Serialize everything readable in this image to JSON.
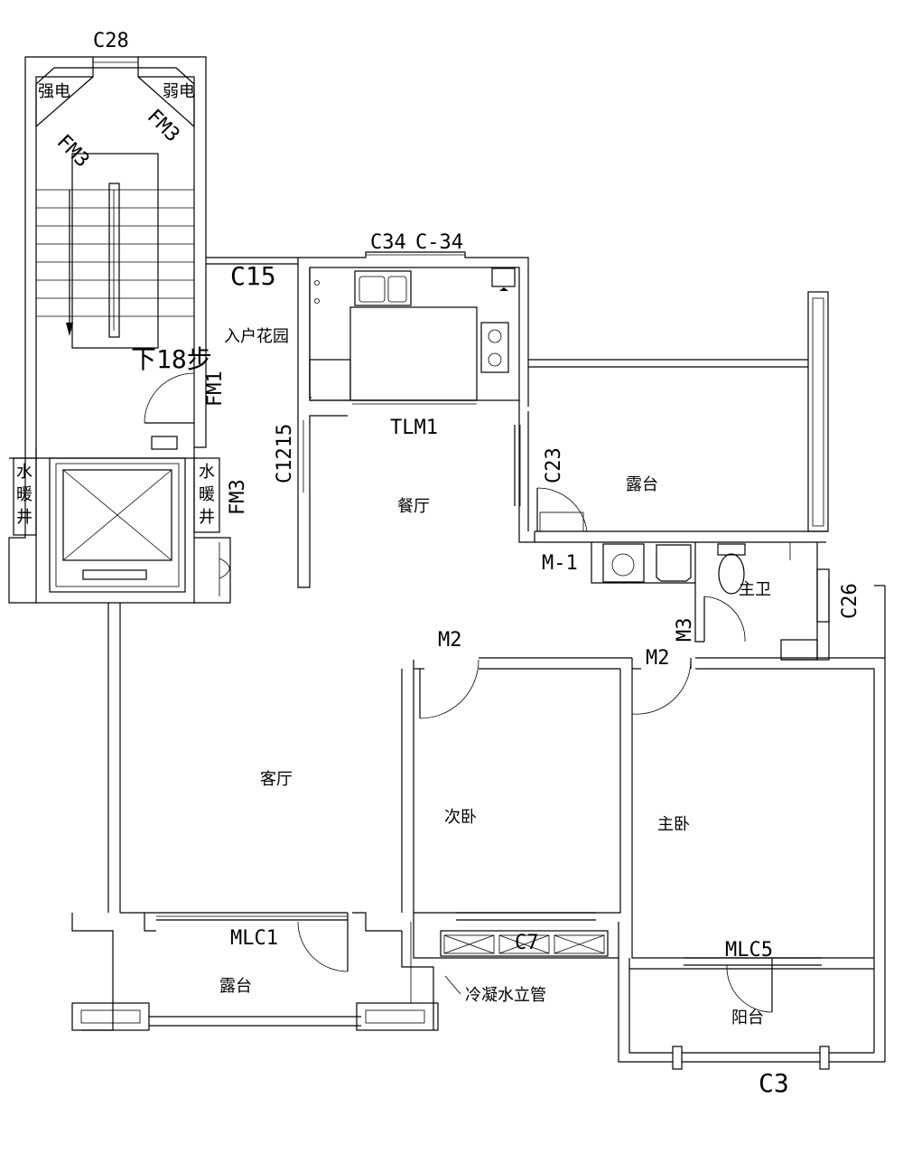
{
  "rooms": {
    "strong_electric": "强电",
    "weak_electric": "弱电",
    "water_heating_1": [
      "水",
      "暖",
      "井"
    ],
    "water_heating_2": [
      "水",
      "暖",
      "井"
    ],
    "entry_garden": "入户花园",
    "dining": "餐厅",
    "terrace_upper": "露台",
    "living": "客厅",
    "second_bedroom": "次卧",
    "master_bedroom": "主卧",
    "master_bath": "主卫",
    "terrace_lower": "露台",
    "balcony": "阳台",
    "condensate_pipe": "冷凝水立管"
  },
  "codes": {
    "c28": "C28",
    "fm3_left": "FM3",
    "fm3_right": "FM3",
    "fm3_shaft": "FM3",
    "stair_down": "下18步",
    "c15": "C15",
    "c34": "C34",
    "c_34": "C-34",
    "fm1": "FM1",
    "tlm1": "TLM1",
    "c1215": "C1215",
    "c23": "C23",
    "m_1": "M-1",
    "c26": "C26",
    "m3": "M3",
    "m2_left": "M2",
    "m2_right": "M2",
    "mlc1": "MLC1",
    "c7": "C7",
    "mlc5": "MLC5",
    "c3": "C3"
  }
}
